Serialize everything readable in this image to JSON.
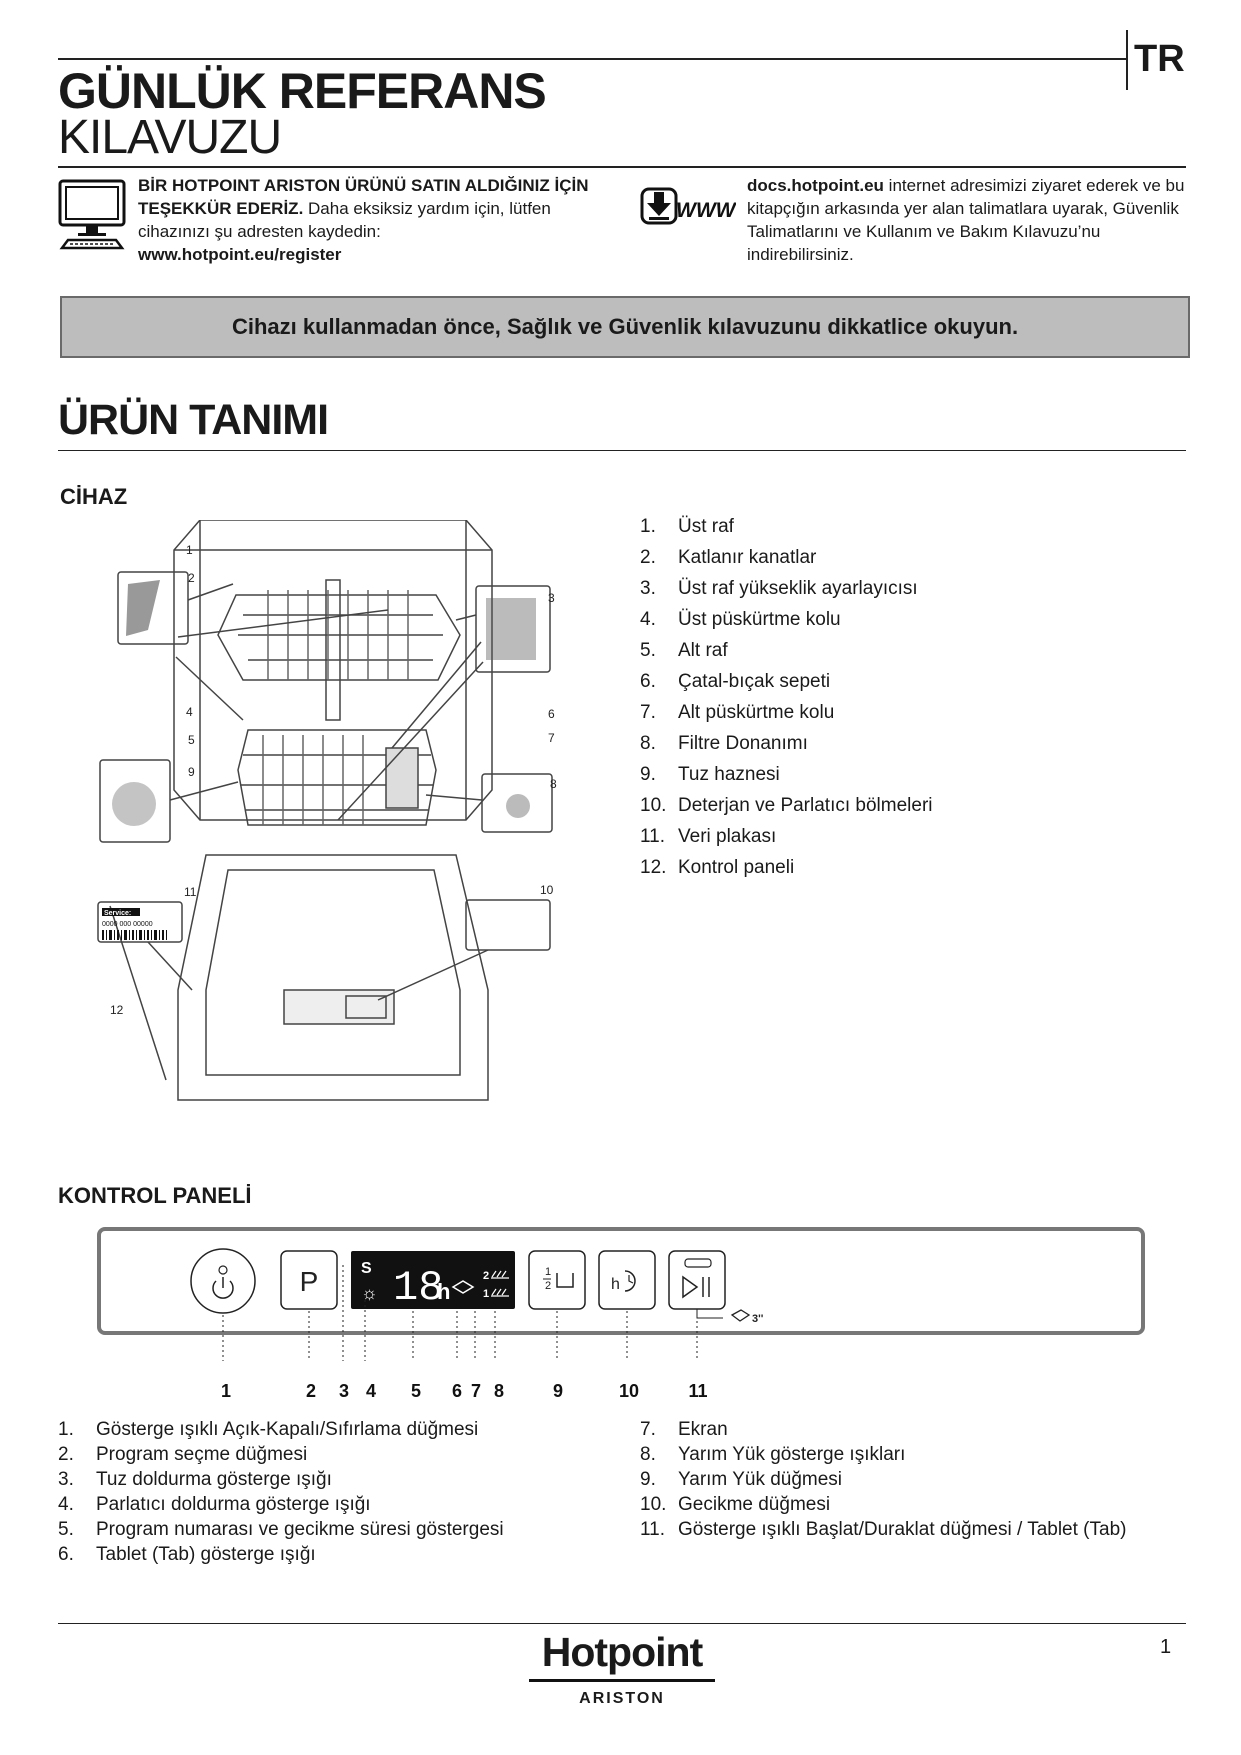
{
  "header": {
    "lang": "TR",
    "title_line1": "GÜNLÜK REFERANS",
    "title_line2": "KILAVUZU"
  },
  "intro": {
    "left": {
      "bold": "BİR HOTPOINT ARISTON ÜRÜNÜ SATIN ALDIĞINIZ İÇİN TEŞEKKÜR EDERİZ.",
      "text": " Daha eksiksiz yardım için, lütfen cihazınızı şu adresten kaydedin:",
      "url": "www.hotpoint.eu/register",
      "icon": "computer-icon"
    },
    "right": {
      "bold": "docs.hotpoint.eu",
      "text": " internet adresimizi ziyaret ederek ve bu kitapçığın arkasında yer alan talimatlara uyarak, Güvenlik Talimatlarını ve Kullanım ve Bakım Kılavuzu’nu indirebilirsiniz.",
      "icon": "www-download-icon",
      "icon_label": "WWW"
    }
  },
  "warning_banner": "Cihazı kullanmadan önce, Sağlık ve Güvenlik kılavuzunu dikkatlice okuyun.",
  "section_title": "ÜRÜN TANIMI",
  "appliance": {
    "heading": "CİHAZ",
    "parts": [
      {
        "num": "1.",
        "label": "Üst raf"
      },
      {
        "num": "2.",
        "label": "Katlanır kanatlar"
      },
      {
        "num": "3.",
        "label": "Üst raf yükseklik ayarlayıcısı"
      },
      {
        "num": "4.",
        "label": "Üst püskürtme kolu"
      },
      {
        "num": "5.",
        "label": "Alt raf"
      },
      {
        "num": "6.",
        "label": "Çatal-bıçak sepeti"
      },
      {
        "num": "7.",
        "label": "Alt püskürtme kolu"
      },
      {
        "num": "8.",
        "label": "Filtre Donanımı"
      },
      {
        "num": "9.",
        "label": "Tuz haznesi"
      },
      {
        "num": "10.",
        "label": "Deterjan ve Parlatıcı bölmeleri"
      },
      {
        "num": "11.",
        "label": "Veri plakası"
      },
      {
        "num": "12.",
        "label": "Kontrol paneli"
      }
    ],
    "diagram_numbers": [
      "1",
      "2",
      "3",
      "4",
      "5",
      "6",
      "7",
      "8",
      "9",
      "10",
      "11",
      "12"
    ],
    "data_plate": {
      "service_label": "Service:",
      "code": "0000 000 00000"
    }
  },
  "control_panel": {
    "heading": "KONTROL PANELİ",
    "button_labels": {
      "program": "P",
      "display_digits": "18",
      "display_h": "h",
      "half_load_2": "2",
      "half_load_1": "1",
      "delay": "h",
      "tab_time": "3''"
    },
    "callouts": [
      "1",
      "2",
      "3",
      "4",
      "5",
      "6",
      "7",
      "8",
      "9",
      "10",
      "11"
    ],
    "items_left": [
      {
        "num": "1.",
        "label": "Gösterge ışıklı Açık-Kapalı/Sıfırlama düğmesi"
      },
      {
        "num": "2.",
        "label": "Program seçme düğmesi"
      },
      {
        "num": "3.",
        "label": "Tuz doldurma gösterge ışığı"
      },
      {
        "num": "4.",
        "label": "Parlatıcı doldurma gösterge ışığı"
      },
      {
        "num": "5.",
        "label": "Program numarası ve gecikme süresi göstergesi"
      },
      {
        "num": "6.",
        "label": "Tablet (Tab) gösterge ışığı"
      }
    ],
    "items_right": [
      {
        "num": "7.",
        "label": "Ekran"
      },
      {
        "num": "8.",
        "label": "Yarım Yük gösterge ışıkları"
      },
      {
        "num": "9.",
        "label": "Yarım Yük düğmesi"
      },
      {
        "num": "10.",
        "label": "Gecikme düğmesi"
      },
      {
        "num": "11.",
        "label": "Gösterge ışıklı Başlat/Duraklat düğmesi / Tablet (Tab)"
      }
    ]
  },
  "footer": {
    "brand": "Hotpoint",
    "sub_brand": "ARISTON",
    "page_number": "1"
  }
}
